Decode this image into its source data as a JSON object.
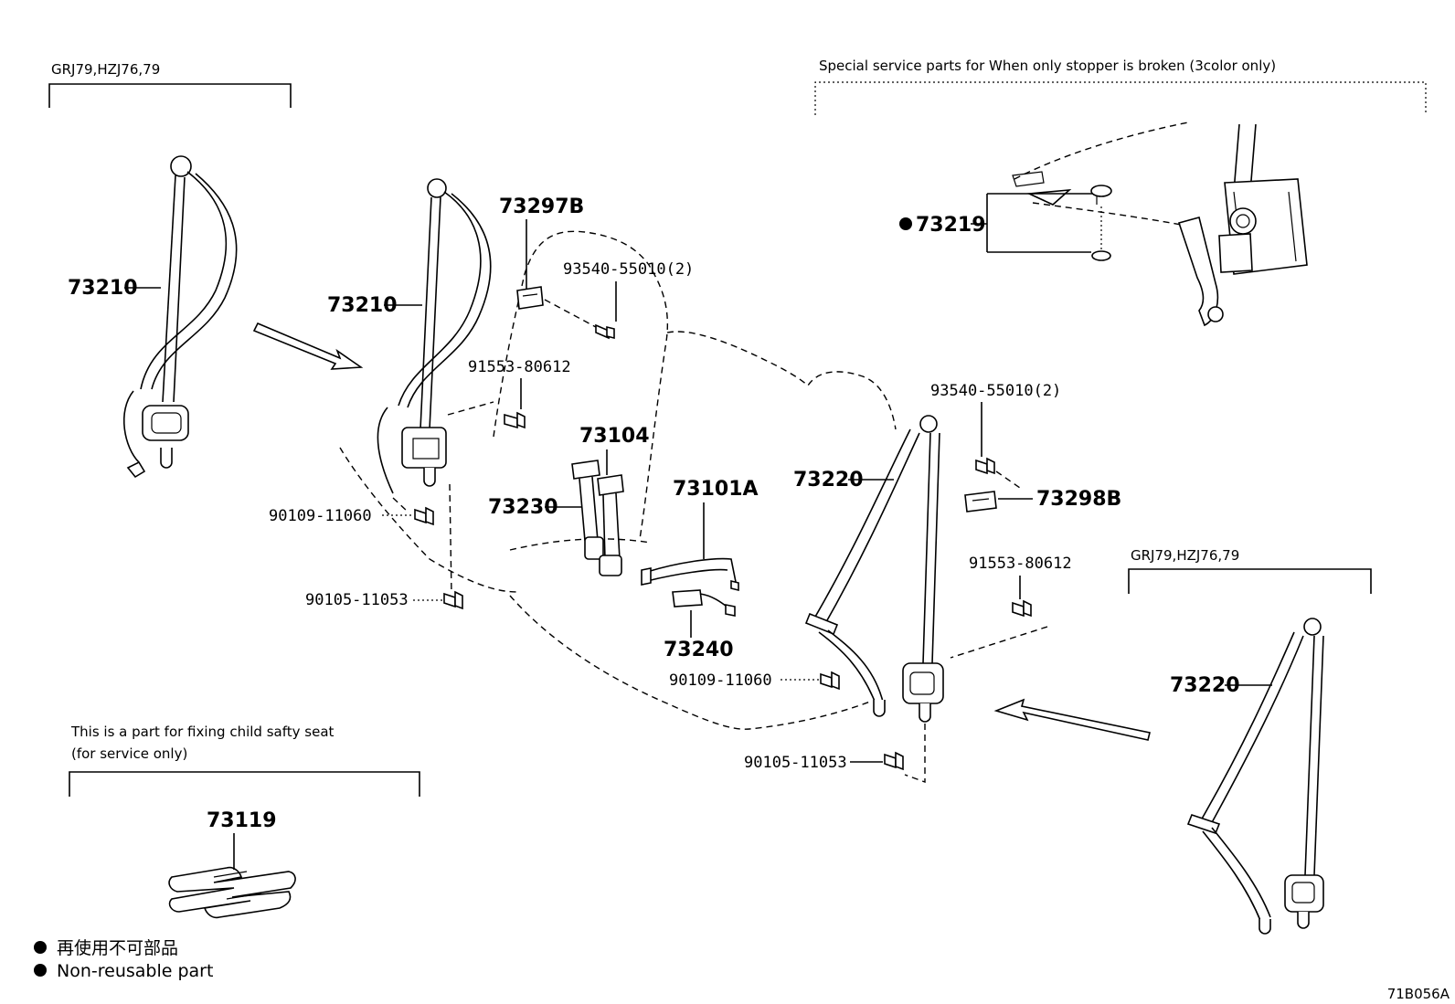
{
  "header_left": {
    "text": "GRJ79,HZJ76,79"
  },
  "header_right": {
    "text": "GRJ79,HZJ76,79"
  },
  "special_note": {
    "text": "Special service parts for When only stopper is broken (3color only)"
  },
  "child_note": {
    "line1": "This is a part for fixing child safty seat",
    "line2": "(for service only)"
  },
  "labels": {
    "p73210a": "73210",
    "p73210b": "73210",
    "p73297b": "73297B",
    "p93540a": "93540-55010(2)",
    "p91553a": "91553-80612",
    "p73104": "73104",
    "p73230": "73230",
    "p90109a": "90109-11060",
    "p90105a": "90105-11053",
    "p73101a": "73101A",
    "p73240": "73240",
    "p73219": "73219",
    "p93540b": "93540-55010(2)",
    "p73220a": "73220",
    "p73298b": "73298B",
    "p91553b": "91553-80612",
    "p90109b": "90109-11060",
    "p90105b": "90105-11053",
    "p73220b": "73220",
    "p73119": "73119"
  },
  "legend": {
    "jp": "再使用不可部品",
    "en": "Non-reusable part"
  },
  "diagram_code": "71B056A"
}
